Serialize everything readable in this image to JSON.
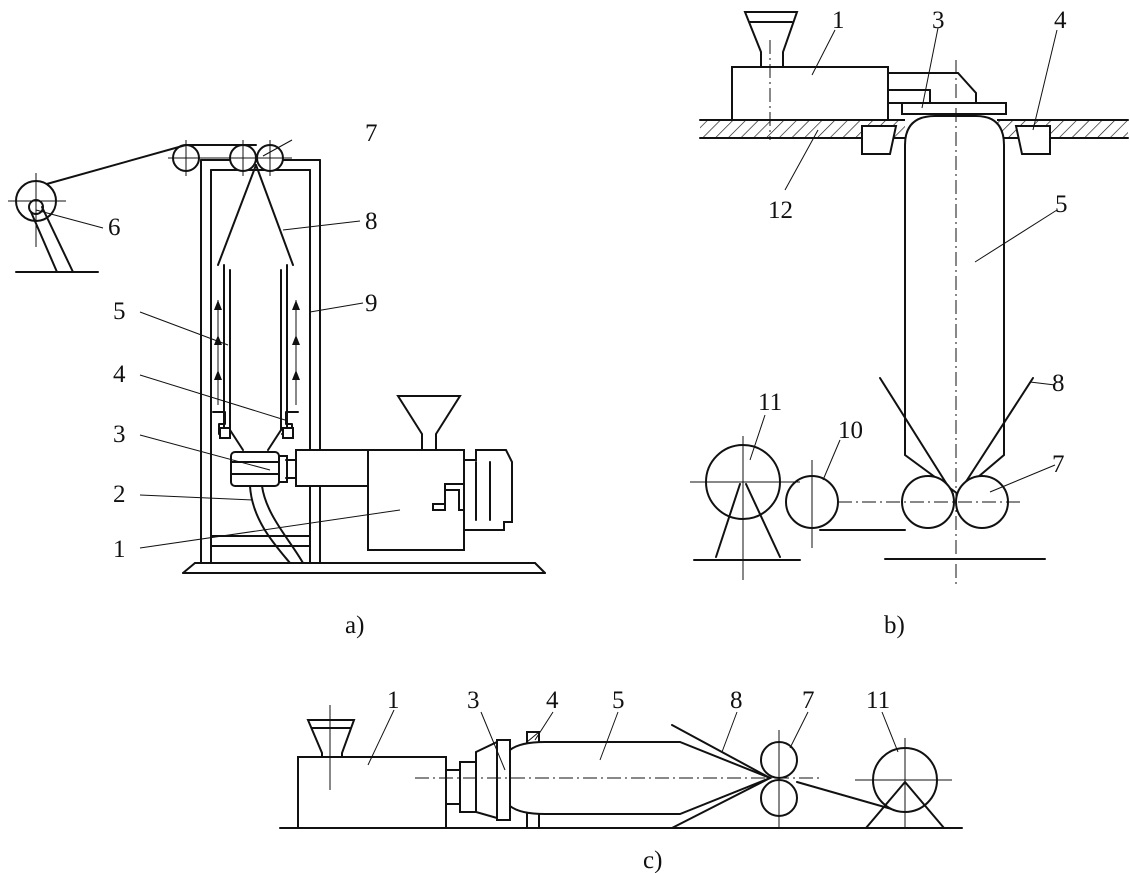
{
  "captions": {
    "a": "a)",
    "b": "b)",
    "c": "c)"
  },
  "diagram_a": {
    "labels": {
      "l1": "1",
      "l2": "2",
      "l3": "3",
      "l4": "4",
      "l5": "5",
      "l6": "6",
      "l7": "7",
      "l8": "8",
      "l9": "9"
    }
  },
  "diagram_b": {
    "labels": {
      "l1": "1",
      "l3": "3",
      "l4": "4",
      "l5": "5",
      "l7": "7",
      "l8": "8",
      "l10": "10",
      "l11": "11",
      "l12": "12"
    }
  },
  "diagram_c": {
    "labels": {
      "l1": "1",
      "l3": "3",
      "l4": "4",
      "l5": "5",
      "l7": "7",
      "l8": "8",
      "l11": "11"
    }
  }
}
